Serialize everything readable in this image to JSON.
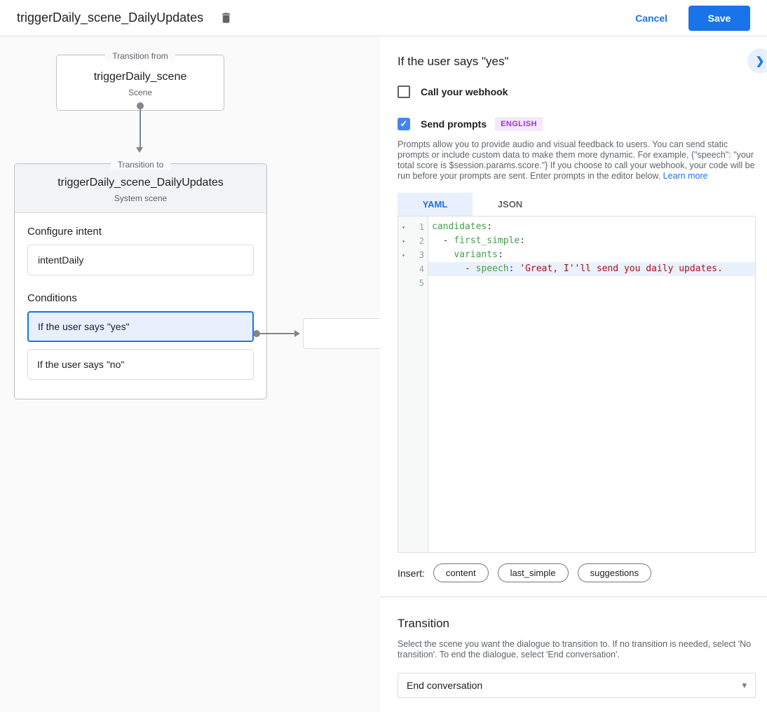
{
  "colors": {
    "accent": "#1a73e8",
    "selection": "#e8f0fe",
    "badge": "#9334e6"
  },
  "top_bar": {
    "title": "triggerDaily_scene_DailyUpdates",
    "cancel_label": "Cancel",
    "save_label": "Save"
  },
  "diagram": {
    "from_box": {
      "legend": "Transition from",
      "name": "triggerDaily_scene",
      "subtitle": "Scene"
    },
    "to_box": {
      "legend": "Transition to",
      "name": "triggerDaily_scene_DailyUpdates",
      "subtitle": "System scene",
      "configure_intent_label": "Configure intent",
      "intent_value": "intentDaily",
      "conditions_label": "Conditions",
      "conditions": [
        {
          "label": "If the user says \"yes\"",
          "selected": true
        },
        {
          "label": "If the user says \"no\"",
          "selected": false
        }
      ]
    }
  },
  "panel": {
    "title": "If the user says \"yes\"",
    "icons": {
      "collapse_glyph": "❯",
      "check_glyph": "✓",
      "caret_glyph": "▾"
    },
    "webhook": {
      "label": "Call your webhook",
      "checked": false
    },
    "send_prompts": {
      "label": "Send prompts",
      "checked": true,
      "badge": "ENGLISH"
    },
    "description": "Prompts allow you to provide audio and visual feedback to users. You can send static prompts or include custom data to make them more dynamic. For example, {\"speech\": \"your total score is $session.params.score.\"} If you choose to call your webhook, your code will be run before your prompts are sent. Enter prompts in the editor below. ",
    "learn_more_label": "Learn more",
    "tabs": [
      {
        "label": "YAML",
        "active": true
      },
      {
        "label": "JSON",
        "active": false
      }
    ],
    "editor": {
      "lines": [
        {
          "num": "1",
          "fold": "▾",
          "tokens": [
            {
              "v": "candidates"
            },
            {
              "v": ":"
            }
          ]
        },
        {
          "num": "2",
          "fold": "▾",
          "tokens": [
            {
              "v": "  - "
            },
            {
              "v": "first_simple"
            },
            {
              "v": ":"
            }
          ]
        },
        {
          "num": "3",
          "fold": "▾",
          "tokens": [
            {
              "v": "    "
            },
            {
              "v": "variants"
            },
            {
              "v": ":"
            }
          ]
        },
        {
          "num": "4",
          "tokens": [
            {
              "v": "      - "
            },
            {
              "v": "speech"
            },
            {
              "v": ": "
            },
            {
              "v": "'Great, I''ll send you daily updates."
            }
          ]
        },
        {
          "num": "5",
          "tokens": []
        }
      ]
    },
    "insert": {
      "label": "Insert:",
      "chips": [
        "content",
        "last_simple",
        "suggestions"
      ]
    },
    "transition": {
      "title": "Transition",
      "description": "Select the scene you want the dialogue to transition to. If no transition is needed, select 'No transition'. To end the dialogue, select 'End conversation'.",
      "selected_value": "End conversation"
    }
  }
}
